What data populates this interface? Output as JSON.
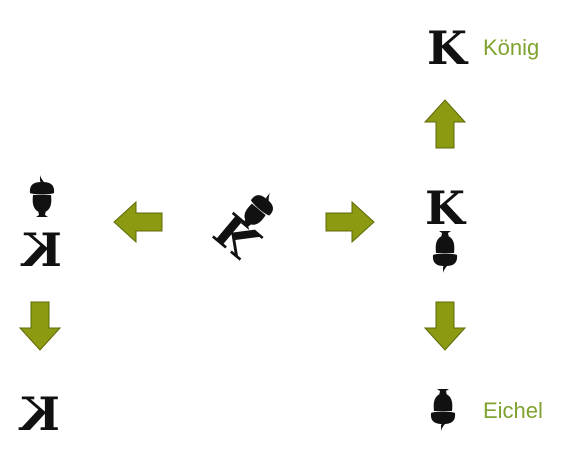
{
  "labels": {
    "koenig": "König",
    "eichel": "Eichel"
  },
  "glyphs": {
    "king_letter": "K"
  },
  "colors": {
    "arrow_fill": "#8b9a11",
    "arrow_stroke": "#5e6a08",
    "label_text": "#7fa32e",
    "glyph": "#111111"
  },
  "icons": [
    "acorn-icon",
    "arrow-up-icon",
    "arrow-down-icon",
    "arrow-left-icon",
    "arrow-right-icon"
  ]
}
